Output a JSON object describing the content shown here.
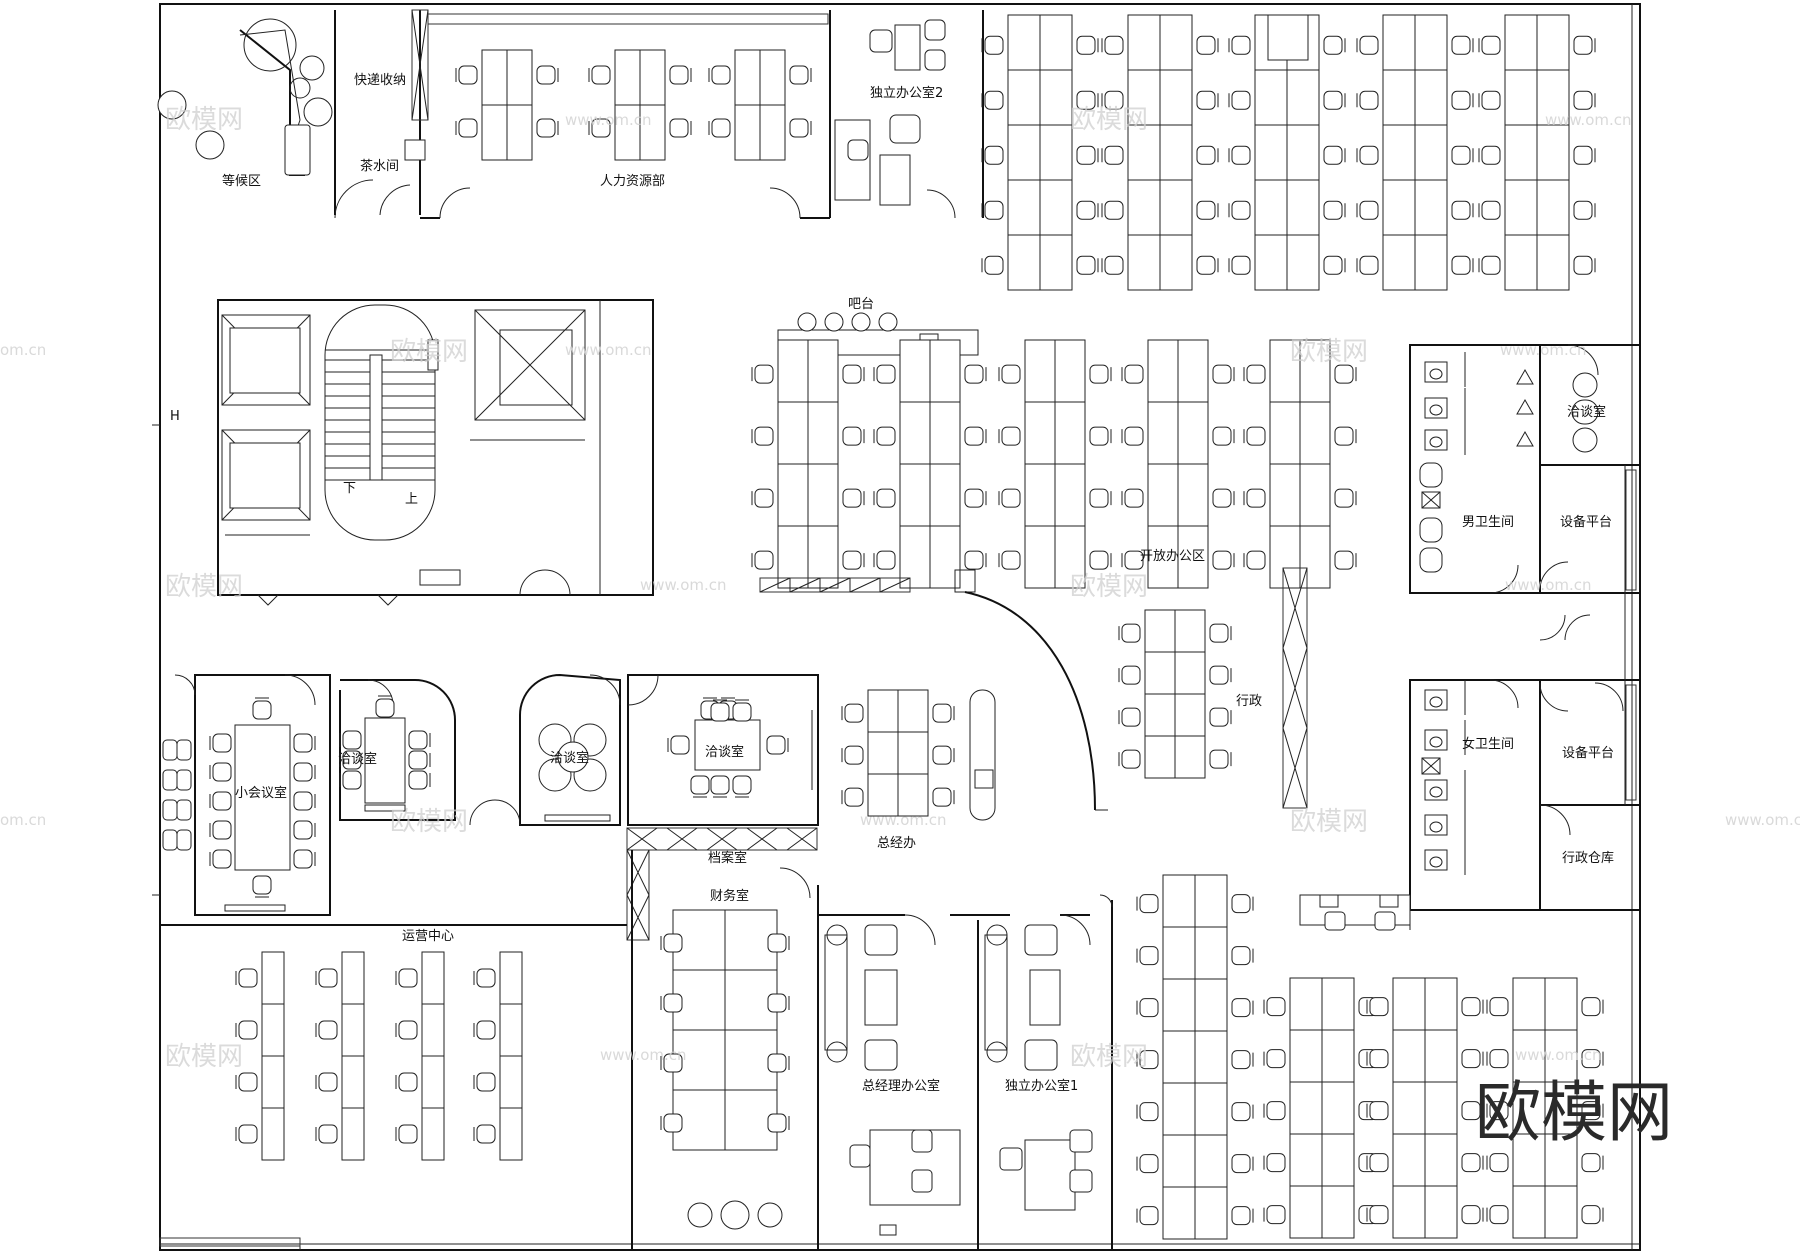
{
  "rooms": {
    "waiting": "等候区",
    "parcel": "快递收纳",
    "tea": "茶水间",
    "hr": "人力资源部",
    "office2": "独立办公室2",
    "bar": "吧台",
    "open_office": "开放办公区",
    "admin": "行政",
    "male_wc": "男卫生间",
    "equip1": "设备平台",
    "negotiate_right": "洽谈室",
    "female_wc": "女卫生间",
    "equip2": "设备平台",
    "admin_store": "行政仓库",
    "small_meeting": "小会议室",
    "negotiate1": "洽谈室",
    "negotiate2": "洽谈室",
    "negotiate3": "洽谈室",
    "archive": "档案室",
    "gm": "总经办",
    "finance": "财务室",
    "ops": "运营中心",
    "gm_office": "总经理办公室",
    "office1": "独立办公室1"
  },
  "stairs": {
    "down": "下",
    "up": "上"
  },
  "side_mark": "H",
  "watermark": {
    "text": "欧模网",
    "url": "www.om.cn",
    "url_short": "om.cn"
  },
  "logo": "欧模网"
}
